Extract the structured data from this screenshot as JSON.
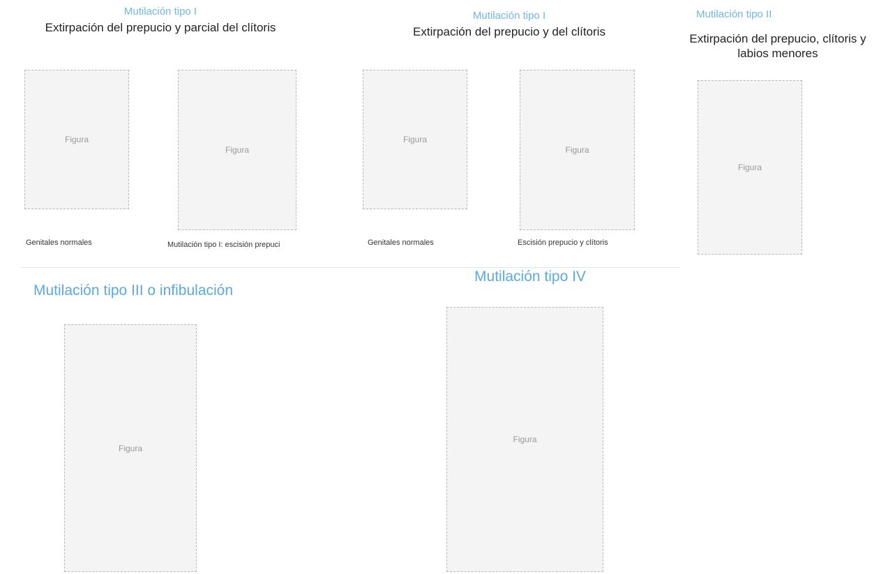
{
  "panels": {
    "type1_partial": {
      "heading": "Mutilación tipo I",
      "subtitle": "Extirpación del prepucio y parcial del clítoris",
      "captions": [
        "Genitales normales",
        "Mutilación tipo I: escisión prepuci"
      ]
    },
    "type1": {
      "heading": "Mutilación tipo I",
      "subtitle": "Extirpación del prepucio y del clítoris",
      "captions": [
        "Genitales normales",
        "Escisión prepucio y clítoris"
      ]
    },
    "type2": {
      "heading": "Mutilación tipo II",
      "subtitle": "Extirpación del prepucio, clítoris y labios menores"
    },
    "type3": {
      "heading": "Mutilación tipo III o infibulación"
    },
    "type4": {
      "heading": "Mutilación tipo IV"
    }
  },
  "placeholder_label": "Figura"
}
